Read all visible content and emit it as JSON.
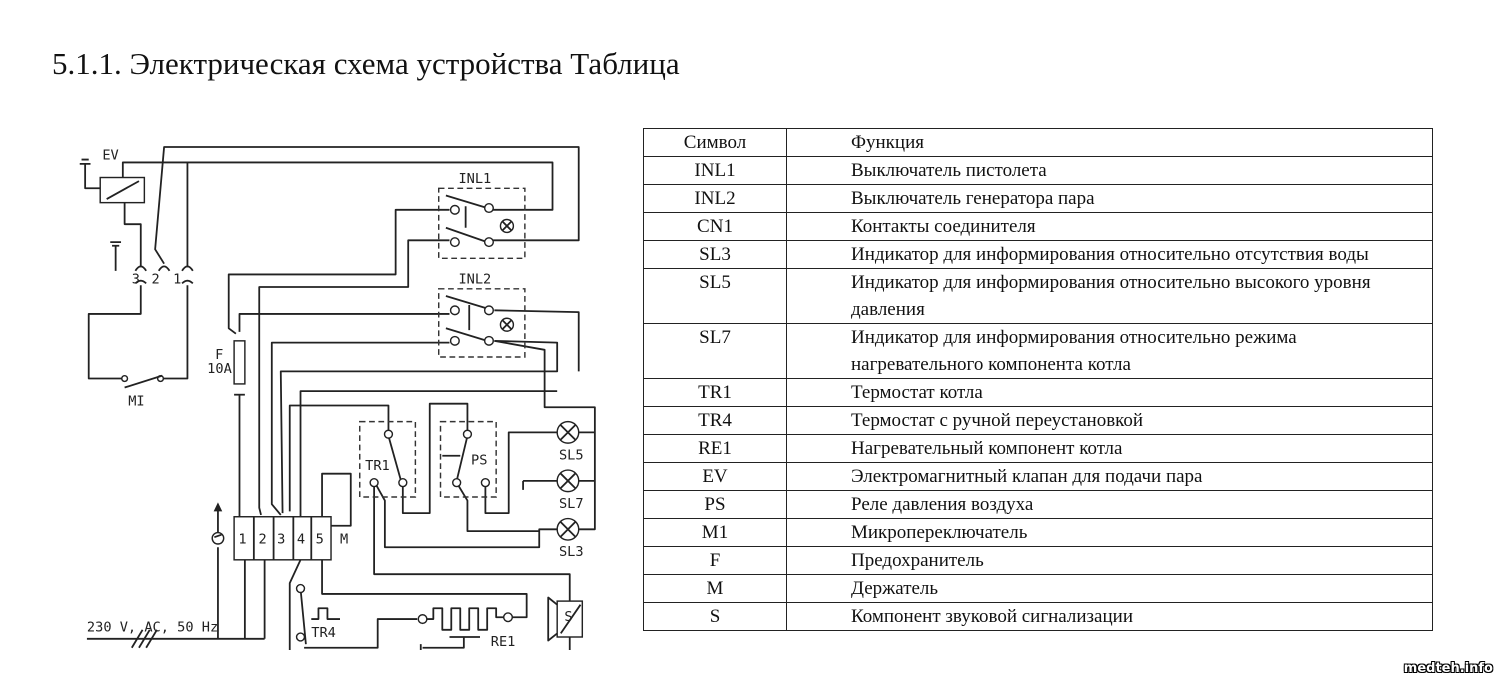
{
  "title": "5.1.1. Электрическая схема устройства Таблица",
  "diagram": {
    "labels": {
      "ev": "EV",
      "inl1": "INL1",
      "inl2": "INL2",
      "f": "F",
      "fuse_rating": "10A",
      "m1": "MI",
      "tr1": "TR1",
      "ps": "PS",
      "sl5": "SL5",
      "sl7": "SL7",
      "sl3": "SL3",
      "tr4": "TR4",
      "re1": "RE1",
      "s": "S",
      "m": "M",
      "t1": "1",
      "t2": "2",
      "t3": "3",
      "t4": "4",
      "t5": "5",
      "c3": "3",
      "c2": "2",
      "c1": "1",
      "mains": "230 V, AC, 50 Hz"
    }
  },
  "table": {
    "headers": [
      "Символ",
      "Функция"
    ],
    "rows": [
      {
        "symbol": "INL1",
        "function": "Выключатель пистолета"
      },
      {
        "symbol": "INL2",
        "function": "Выключатель генератора пара"
      },
      {
        "symbol": "CN1",
        "function": "Контакты соединителя"
      },
      {
        "symbol": "SL3",
        "function": "Индикатор для информирования относительно отсутствия воды"
      },
      {
        "symbol": "SL5",
        "function": "Индикатор для информирования относительно высокого уровня давления"
      },
      {
        "symbol": "SL7",
        "function": "Индикатор для информирования относительно режима нагревательного компонента котла"
      },
      {
        "symbol": "TR1",
        "function": "Термостат котла"
      },
      {
        "symbol": "TR4",
        "function": "Термостат с ручной переустановкой"
      },
      {
        "symbol": "RE1",
        "function": "Нагревательный компонент котла"
      },
      {
        "symbol": "EV",
        "function": "Электромагнитный клапан для подачи пара"
      },
      {
        "symbol": "PS",
        "function": "Реле давления воздуха"
      },
      {
        "symbol": "M1",
        "function": "Микропереключатель"
      },
      {
        "symbol": "F",
        "function": "Предохранитель"
      },
      {
        "symbol": "M",
        "function": "Держатель"
      },
      {
        "symbol": "S",
        "function": "Компонент звуковой сигнализации"
      }
    ]
  },
  "watermark": "medteh.info"
}
